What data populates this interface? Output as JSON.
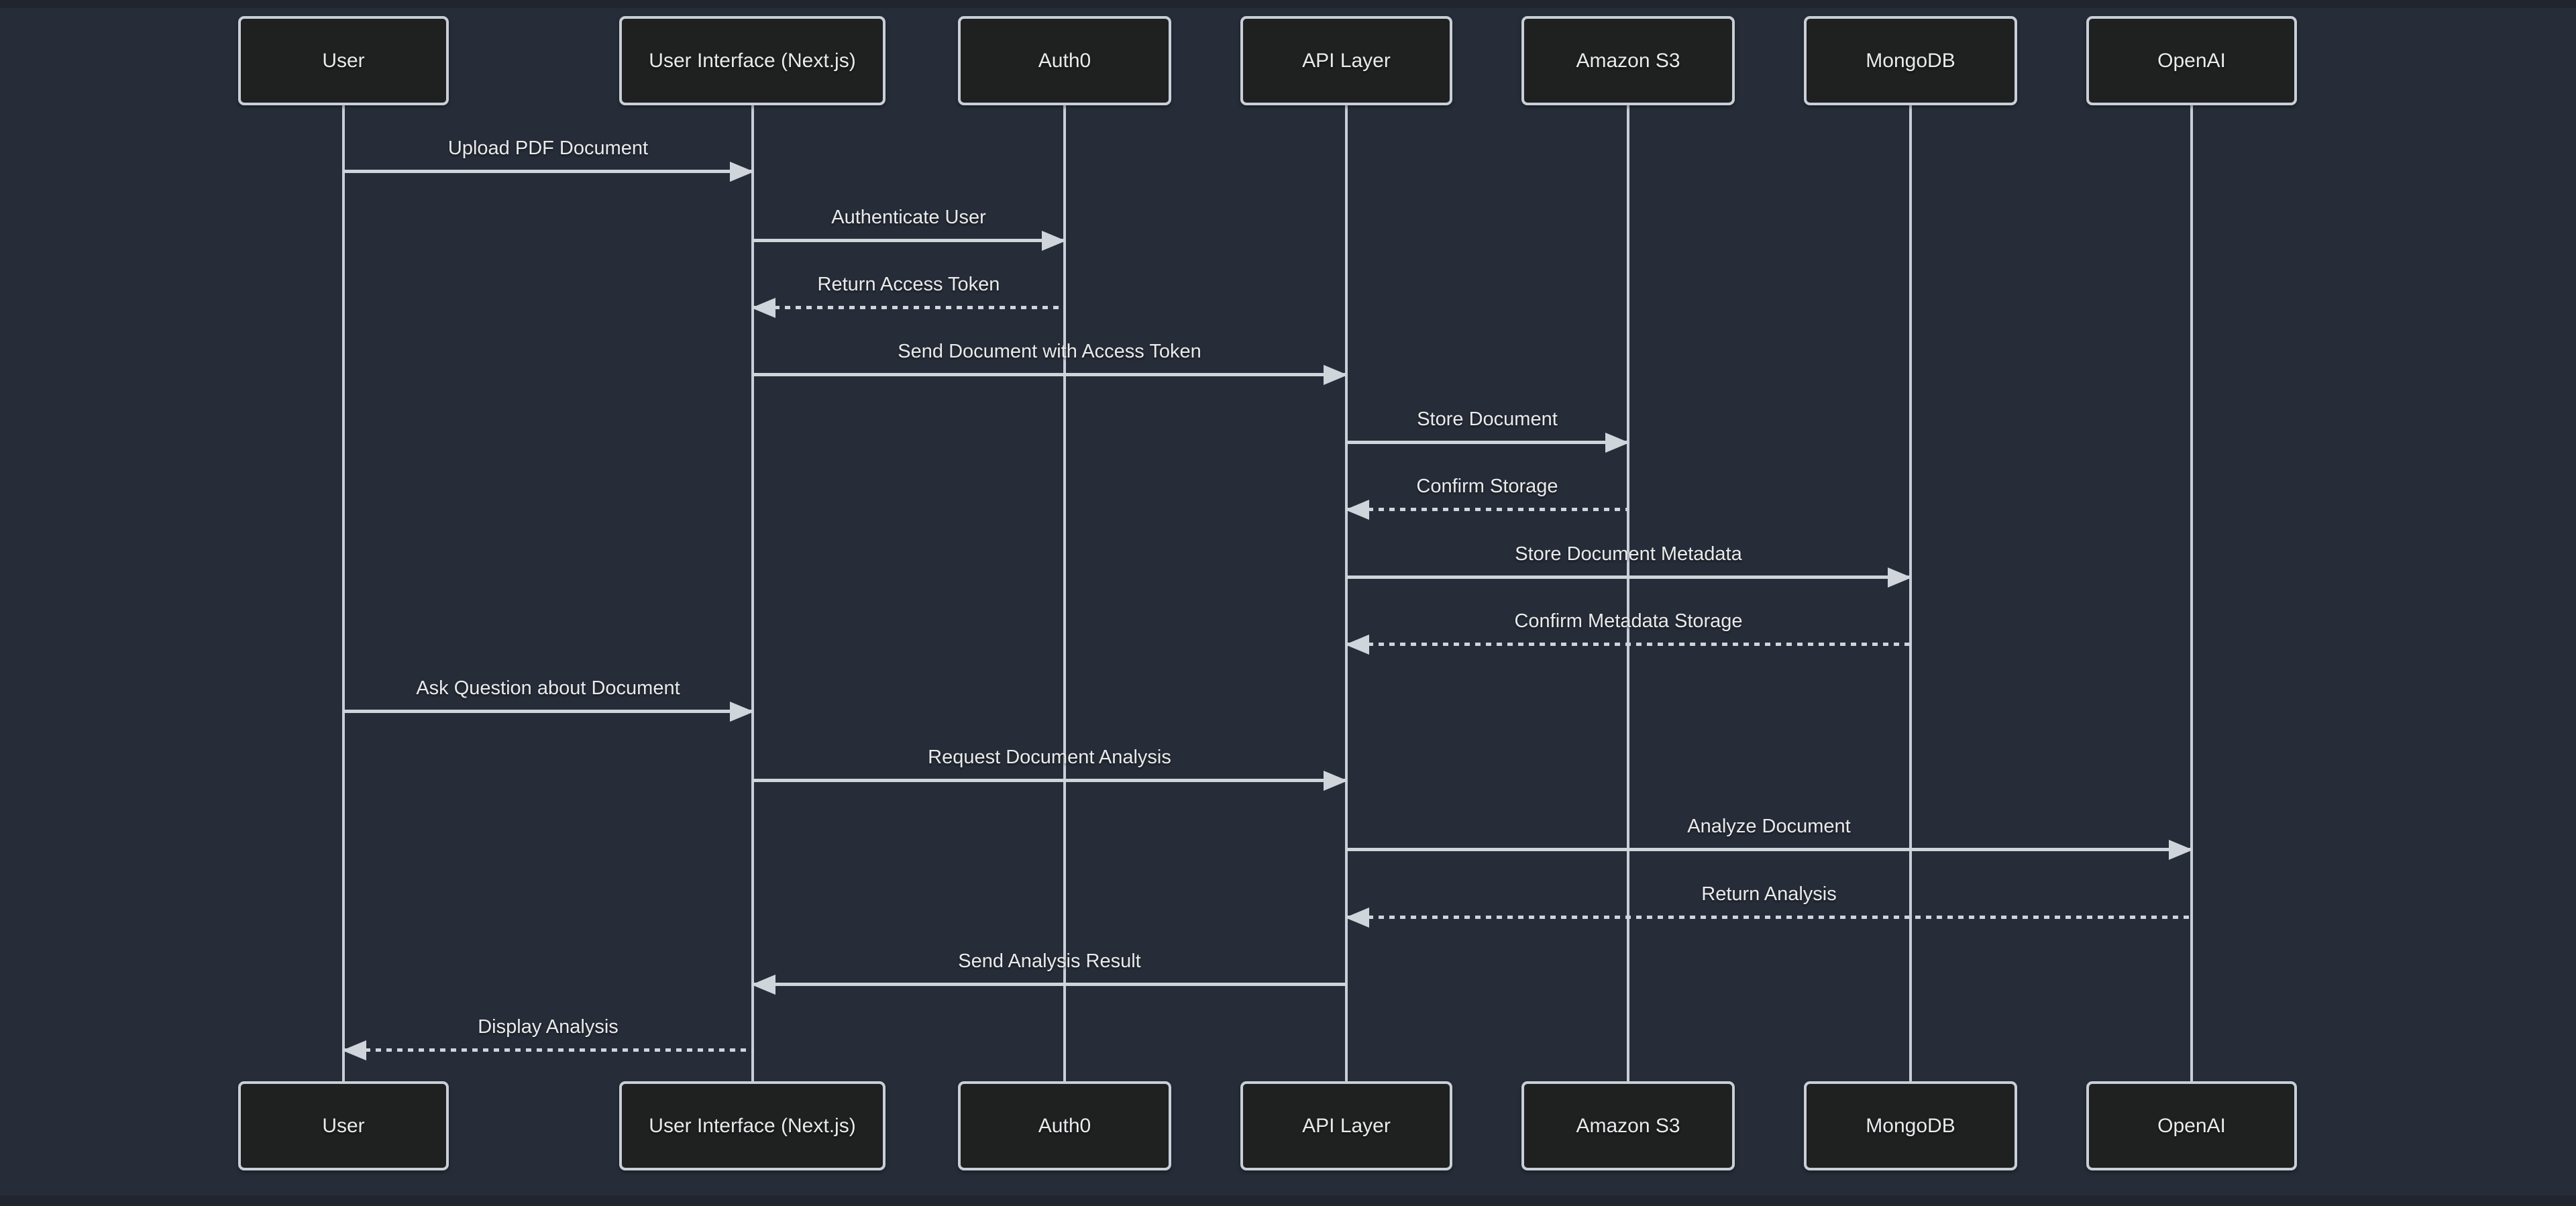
{
  "diagram": {
    "type": "sequence",
    "title": "",
    "participants": [
      {
        "label": "User"
      },
      {
        "label": "User Interface (Next.js)"
      },
      {
        "label": "Auth0"
      },
      {
        "label": "API Layer"
      },
      {
        "label": "Amazon S3"
      },
      {
        "label": "MongoDB"
      },
      {
        "label": "OpenAI"
      }
    ],
    "messages": [
      {
        "from": "User",
        "to": "User Interface (Next.js)",
        "label": "Upload PDF Document",
        "line": "solid",
        "direction": "right"
      },
      {
        "from": "User Interface (Next.js)",
        "to": "Auth0",
        "label": "Authenticate User",
        "line": "solid",
        "direction": "right"
      },
      {
        "from": "Auth0",
        "to": "User Interface (Next.js)",
        "label": "Return Access Token",
        "line": "dotted",
        "direction": "left"
      },
      {
        "from": "User Interface (Next.js)",
        "to": "API Layer",
        "label": "Send Document with Access Token",
        "line": "solid",
        "direction": "right"
      },
      {
        "from": "API Layer",
        "to": "Amazon S3",
        "label": "Store Document",
        "line": "solid",
        "direction": "right"
      },
      {
        "from": "Amazon S3",
        "to": "API Layer",
        "label": "Confirm Storage",
        "line": "dotted",
        "direction": "left"
      },
      {
        "from": "API Layer",
        "to": "MongoDB",
        "label": "Store Document Metadata",
        "line": "solid",
        "direction": "right"
      },
      {
        "from": "MongoDB",
        "to": "API Layer",
        "label": "Confirm Metadata Storage",
        "line": "dotted",
        "direction": "left"
      },
      {
        "from": "User",
        "to": "User Interface (Next.js)",
        "label": "Ask Question about Document",
        "line": "solid",
        "direction": "right"
      },
      {
        "from": "User Interface (Next.js)",
        "to": "API Layer",
        "label": "Request Document Analysis",
        "line": "solid",
        "direction": "right"
      },
      {
        "from": "API Layer",
        "to": "OpenAI",
        "label": "Analyze Document",
        "line": "solid",
        "direction": "right"
      },
      {
        "from": "OpenAI",
        "to": "API Layer",
        "label": "Return Analysis",
        "line": "dotted",
        "direction": "left"
      },
      {
        "from": "API Layer",
        "to": "User Interface (Next.js)",
        "label": "Send Analysis Result",
        "line": "solid",
        "direction": "left"
      },
      {
        "from": "User Interface (Next.js)",
        "to": "User",
        "label": "Display Analysis",
        "line": "dotted",
        "direction": "left"
      }
    ],
    "colors": {
      "page_background": "#20252e",
      "canvas_background": "#272d38",
      "actor_fill": "#1f2020",
      "actor_border": "#c9cfd8",
      "line": "#d0d5dc",
      "text": "#e9eaec"
    }
  }
}
